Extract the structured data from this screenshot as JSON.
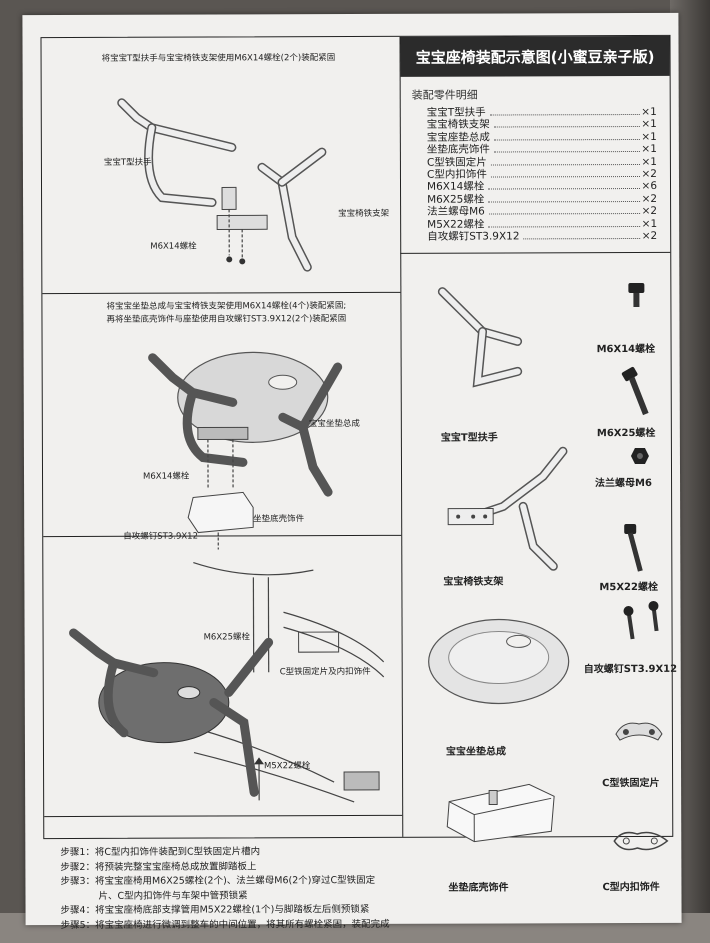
{
  "title": "宝宝座椅装配示意图(小蜜豆亲子版)",
  "parts_heading": "装配零件明细",
  "parts": [
    {
      "name": "宝宝T型扶手",
      "qty": "×1"
    },
    {
      "name": "宝宝椅铁支架",
      "qty": "×1"
    },
    {
      "name": "宝宝座垫总成",
      "qty": "×1"
    },
    {
      "name": "坐垫底壳饰件",
      "qty": "×1"
    },
    {
      "name": "C型铁固定片",
      "qty": "×1"
    },
    {
      "name": "C型内扣饰件",
      "qty": "×2"
    },
    {
      "name": "M6X14螺栓",
      "qty": "×6"
    },
    {
      "name": "M6X25螺栓",
      "qty": "×2"
    },
    {
      "name": "法兰螺母M6",
      "qty": "×2"
    },
    {
      "name": "M5X22螺栓",
      "qty": "×1"
    },
    {
      "name": "自攻螺钉ST3.9X12",
      "qty": "×2"
    }
  ],
  "panel1": {
    "note": "将宝宝T型扶手与宝宝椅铁支架使用M6X14螺栓(2个)装配紧固",
    "label_handle": "宝宝T型扶手",
    "label_frame": "宝宝椅铁支架",
    "label_bolt": "M6X14螺栓"
  },
  "panel2": {
    "note_line1": "将宝宝坐垫总成与宝宝椅铁支架使用M6X14螺栓(4个)装配紧固;",
    "note_line2": "再将坐垫底壳饰件与座垫使用自攻螺钉ST3.9X12(2个)装配紧固",
    "label_seat": "宝宝坐垫总成",
    "label_bolt": "M6X14螺栓",
    "label_shell": "坐垫底壳饰件",
    "label_screw": "自攻螺钉ST3.9X12"
  },
  "panel3": {
    "label_bolt25": "M6X25螺栓",
    "label_clamp": "C型铁固定片及内扣饰件",
    "label_bolt22": "M5X22螺栓"
  },
  "right_parts": {
    "bolt_m6x14": "M6X14螺栓",
    "bolt_m6x25": "M6X25螺栓",
    "handle": "宝宝T型扶手",
    "nut": "法兰螺母M6",
    "bracket": "宝宝椅铁支架",
    "bolt_m5x22": "M5X22螺栓",
    "screw": "自攻螺钉ST3.9X12",
    "seat": "宝宝坐垫总成",
    "clamp": "C型铁固定片",
    "shell": "坐垫底壳饰件",
    "inner": "C型内扣饰件"
  },
  "steps": [
    "步骤1：将C型内扣饰件装配到C型铁固定片槽内",
    "步骤2：将预装完整宝宝座椅总成放置脚踏板上",
    "步骤3：将宝宝座椅用M6X25螺栓(2个)、法兰螺母M6(2个)穿过C型铁固定",
    "　　　　片、C型内扣饰件与车架中管预锁紧",
    "步骤4：将宝宝座椅底部支撑管用M5X22螺栓(1个)与脚踏板左后侧预锁紧",
    "步骤5：将宝宝座椅进行微调到整车的中间位置，将其所有螺栓紧固，装配完成"
  ]
}
